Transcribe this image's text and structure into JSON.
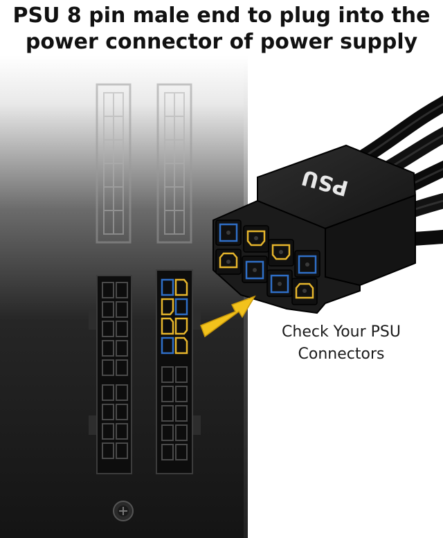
{
  "headline": {
    "line1": "PSU 8 pin male end to plug into the",
    "line2": "power connector of power supply"
  },
  "connector": {
    "label": "PSU"
  },
  "callout": {
    "line1": "Check Your PSU",
    "line2": "Connectors"
  },
  "colors": {
    "pin_square_outline": "#2f6fc8",
    "pin_rounded_outline": "#e7b62c",
    "arrow": "#f2c21c",
    "psu_panel": "#1b1b1b",
    "connector_body": "#1e1e1e"
  },
  "icons": {
    "arrow": "arrow-pointing-to-psu-socket-icon",
    "screw": "screw-icon"
  }
}
